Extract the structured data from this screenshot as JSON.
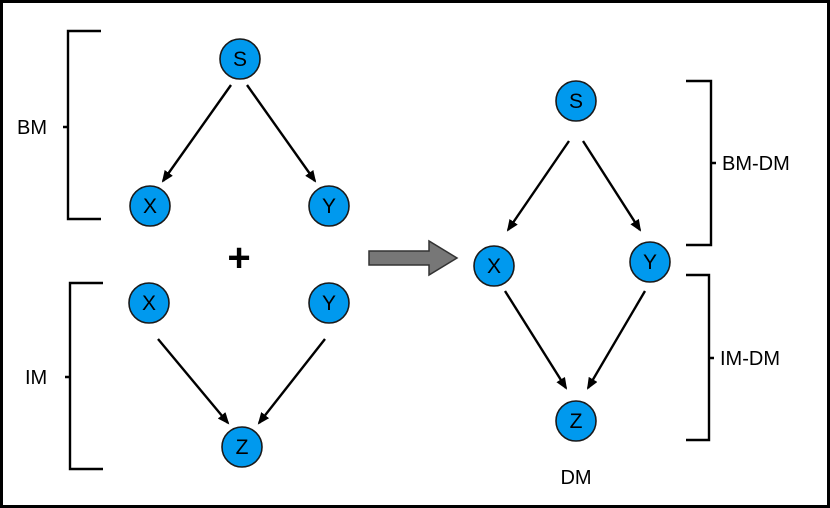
{
  "colors": {
    "node_fill": "#0099ee",
    "node_stroke": "#1a1a1a",
    "edge": "#000000",
    "arrow_fill": "#777777",
    "arrow_stroke": "#333333"
  },
  "left": {
    "bm": {
      "label": "BM",
      "nodes": {
        "s": "S",
        "x": "X",
        "y": "Y"
      }
    },
    "plus": "+",
    "im": {
      "label": "IM",
      "nodes": {
        "x": "X",
        "y": "Y",
        "z": "Z"
      }
    }
  },
  "right": {
    "nodes": {
      "s": "S",
      "x": "X",
      "y": "Y",
      "z": "Z"
    },
    "bm_dm_label": "BM-DM",
    "im_dm_label": "IM-DM",
    "dm_label": "DM"
  }
}
